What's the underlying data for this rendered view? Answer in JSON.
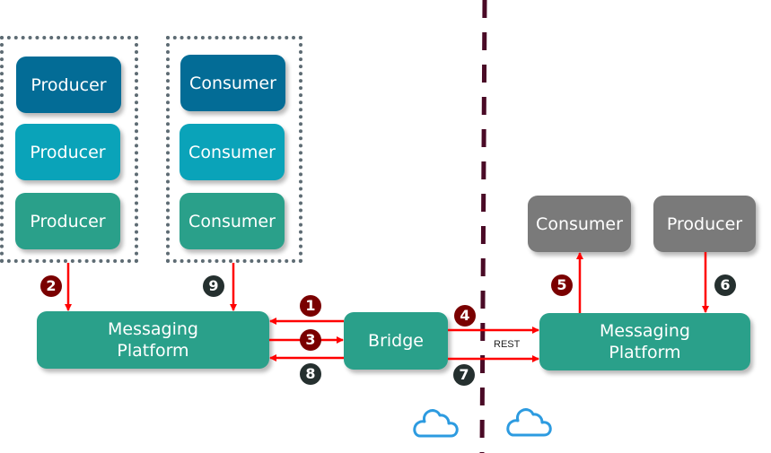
{
  "left_producers": {
    "items": [
      {
        "label": "Producer",
        "color": "#036c96"
      },
      {
        "label": "Producer",
        "color": "#0aa3b9"
      },
      {
        "label": "Producer",
        "color": "#2aa08a"
      }
    ]
  },
  "left_consumers": {
    "items": [
      {
        "label": "Consumer",
        "color": "#036c96"
      },
      {
        "label": "Consumer",
        "color": "#0aa3b9"
      },
      {
        "label": "Consumer",
        "color": "#2aa08a"
      }
    ]
  },
  "left_platform": {
    "line1": "Messaging",
    "line2": "Platform"
  },
  "bridge": {
    "label": "Bridge"
  },
  "right_platform": {
    "line1": "Messaging",
    "line2": "Platform"
  },
  "right_consumer": {
    "label": "Consumer"
  },
  "right_producer": {
    "label": "Producer"
  },
  "connection_label": "REST",
  "steps": [
    {
      "n": "1",
      "style": "red"
    },
    {
      "n": "2",
      "style": "red"
    },
    {
      "n": "3",
      "style": "red"
    },
    {
      "n": "4",
      "style": "red"
    },
    {
      "n": "5",
      "style": "red"
    },
    {
      "n": "6",
      "style": "dark"
    },
    {
      "n": "7",
      "style": "dark"
    },
    {
      "n": "8",
      "style": "dark"
    },
    {
      "n": "9",
      "style": "dark"
    }
  ],
  "colors": {
    "arrow": "#ff0000",
    "divider": "#4a0a26",
    "cloud": "#2d9be0",
    "badge_red": "#7a0000",
    "badge_dark": "#25302f"
  }
}
